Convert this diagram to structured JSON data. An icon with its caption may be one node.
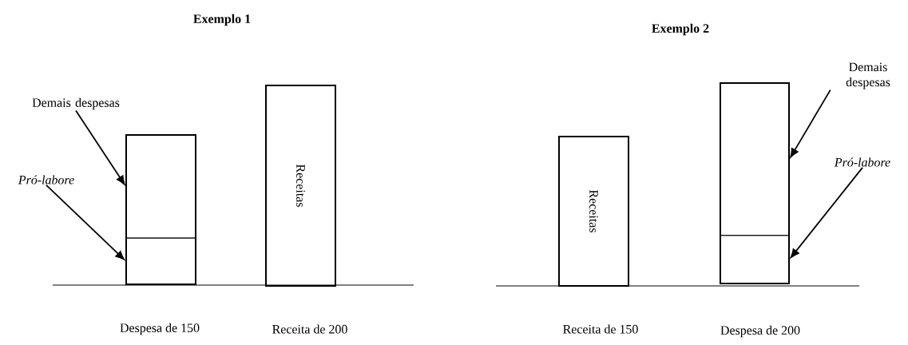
{
  "diagram": {
    "nodes": [
      {
        "text": [],
        "shape": "bar",
        "beside": [
          "Despesa de 150"
        ]
      },
      {
        "text": [],
        "shape": "box",
        "in": 0
      },
      {
        "text": [],
        "shape": "box",
        "in": 0
      },
      {
        "text": [
          "Demais despesas"
        ]
      },
      {
        "text": [
          "Pró-labore"
        ]
      },
      {
        "text": [
          "Receitas"
        ],
        "beside": [
          "Receita de 200"
        ]
      },
      {
        "text": [
          "Receitas"
        ],
        "beside": [
          "Receita de 150"
        ]
      },
      {
        "text": [],
        "shape": "bar",
        "beside": [
          "Despesa de 200"
        ]
      },
      {
        "text": [],
        "shape": "box",
        "in": 7
      },
      {
        "text": [],
        "shape": "box",
        "in": 7
      },
      {
        "text": [
          "Demais despesas"
        ]
      },
      {
        "text": [
          "Pró-labore"
        ]
      }
    ],
    "edges": [
      {
        "from": 3,
        "to": 1,
        "arrow": "to"
      },
      {
        "from": 4,
        "to": 2,
        "arrow": "to"
      },
      {
        "from": 10,
        "to": 8,
        "arrow": "to"
      },
      {
        "from": 11,
        "to": 9,
        "arrow": "to"
      }
    ],
    "labels": [
      "Exemplo 1",
      "Exemplo 2"
    ]
  }
}
